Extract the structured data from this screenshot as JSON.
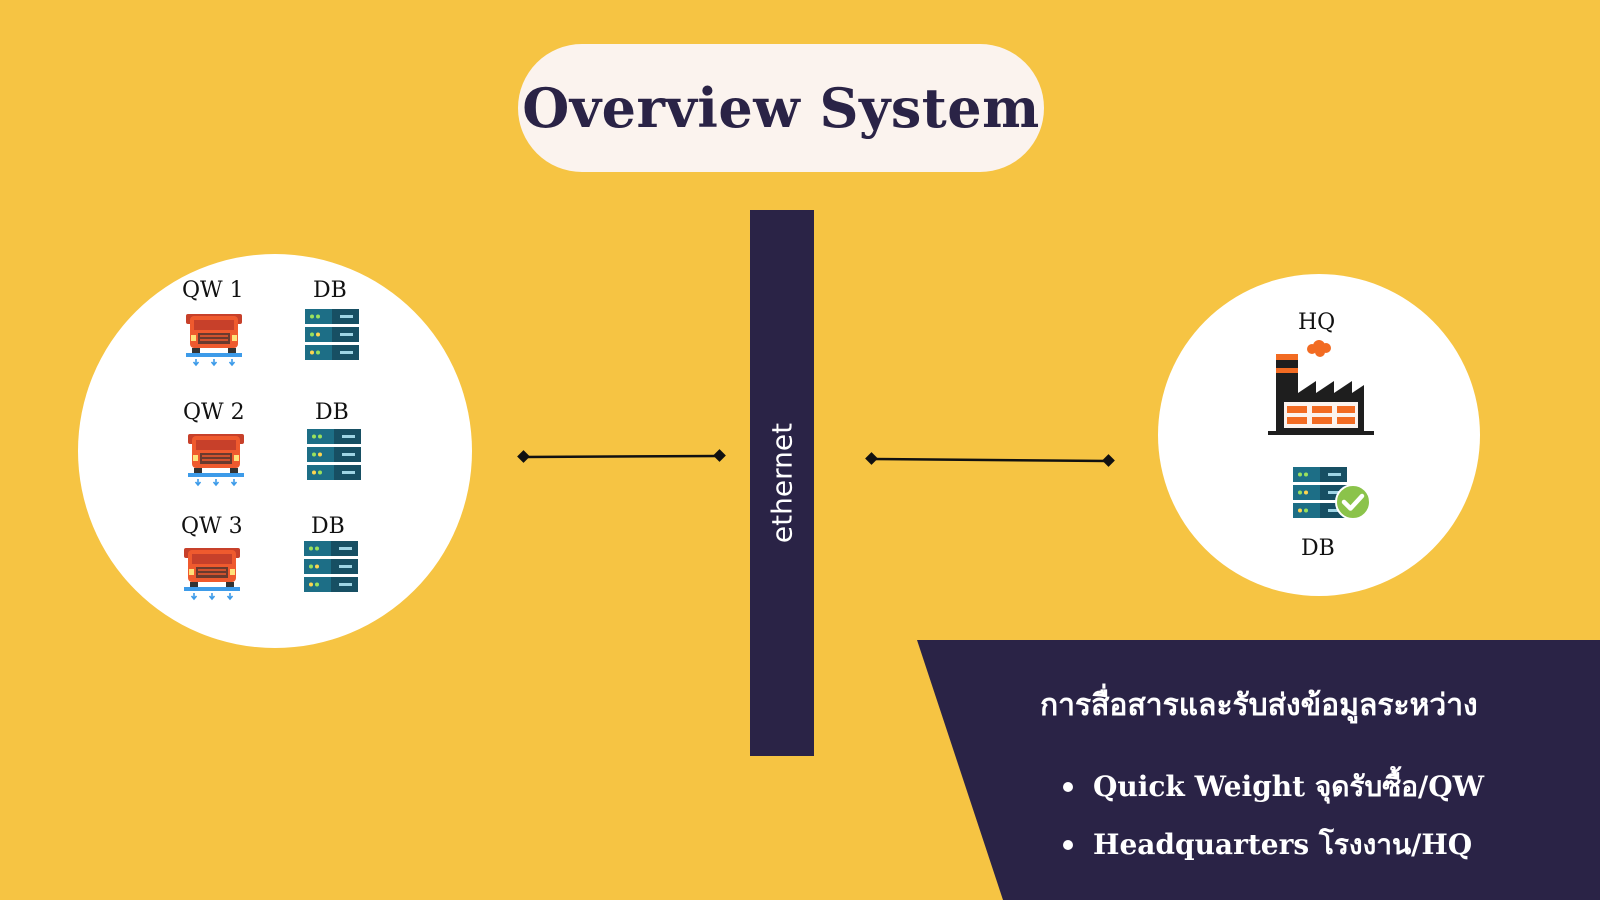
{
  "title": "Overview System",
  "left_group": {
    "stations": [
      {
        "label": "QW 1",
        "icon": "truck-scale-icon",
        "db_label": "DB",
        "db_icon": "server-icon"
      },
      {
        "label": "QW 2",
        "icon": "truck-scale-icon",
        "db_label": "DB",
        "db_icon": "server-icon"
      },
      {
        "label": "QW 3",
        "icon": "truck-scale-icon",
        "db_label": "DB",
        "db_icon": "server-icon"
      }
    ]
  },
  "network": {
    "label": "ethernet"
  },
  "right_group": {
    "hq_label": "HQ",
    "hq_icon": "factory-icon",
    "db_label": "DB",
    "db_icon": "server-check-icon"
  },
  "info": {
    "heading": "การสื่อสารและรับส่งข้อมูลระหว่าง",
    "items": [
      "Quick Weight จุดรับซื้อ/QW",
      "Headquarters โรงงาน/HQ"
    ]
  },
  "colors": {
    "background": "#F6C443",
    "dark": "#2A2346",
    "truck": "#EF5A2E",
    "server": "#1D6E86",
    "check": "#8BC34A",
    "smoke": "#F26B22"
  }
}
